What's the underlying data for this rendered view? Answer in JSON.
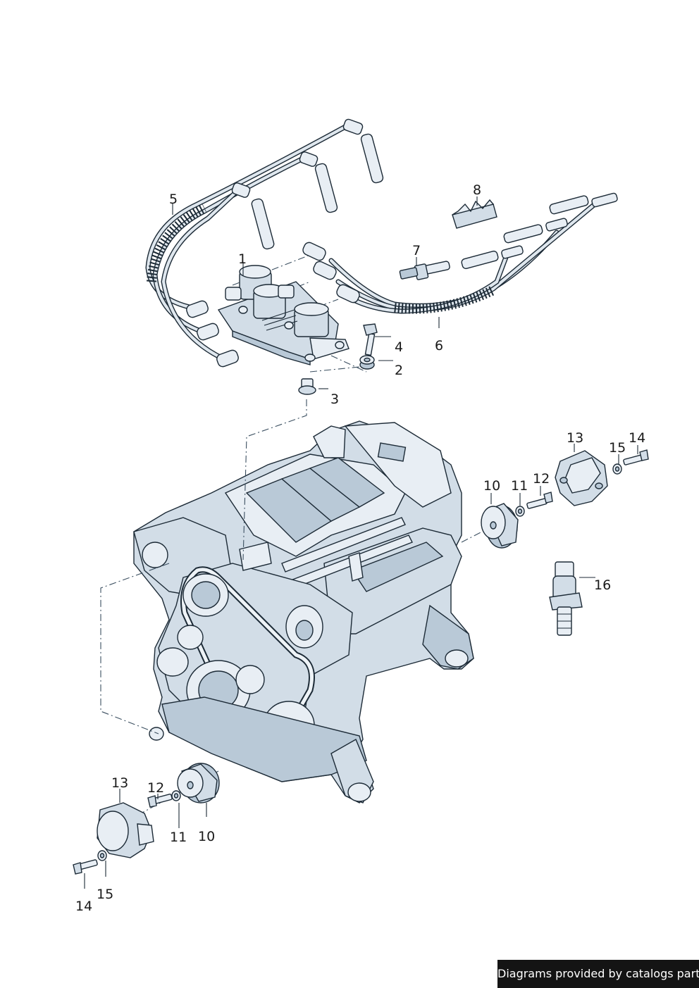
{
  "callouts": [
    {
      "id": "1",
      "text": "1"
    },
    {
      "id": "2",
      "text": "2"
    },
    {
      "id": "3",
      "text": "3"
    },
    {
      "id": "4",
      "text": "4"
    },
    {
      "id": "5",
      "text": "5"
    },
    {
      "id": "6",
      "text": "6"
    },
    {
      "id": "7",
      "text": "7"
    },
    {
      "id": "8",
      "text": "8"
    },
    {
      "id": "10a",
      "text": "10"
    },
    {
      "id": "11a",
      "text": "11"
    },
    {
      "id": "12a",
      "text": "12"
    },
    {
      "id": "13a",
      "text": "13"
    },
    {
      "id": "14a",
      "text": "14"
    },
    {
      "id": "15a",
      "text": "15"
    },
    {
      "id": "16",
      "text": "16"
    },
    {
      "id": "13b",
      "text": "13"
    },
    {
      "id": "12b",
      "text": "12"
    },
    {
      "id": "11b",
      "text": "11"
    },
    {
      "id": "10b",
      "text": "10"
    },
    {
      "id": "15b",
      "text": "15"
    },
    {
      "id": "14b",
      "text": "14"
    }
  ],
  "credit": "Diagrams provided by catalogs parts",
  "colors": {
    "part_fill": "#d2dde7",
    "outline": "#1c2a36",
    "credit_bg": "#141414"
  }
}
